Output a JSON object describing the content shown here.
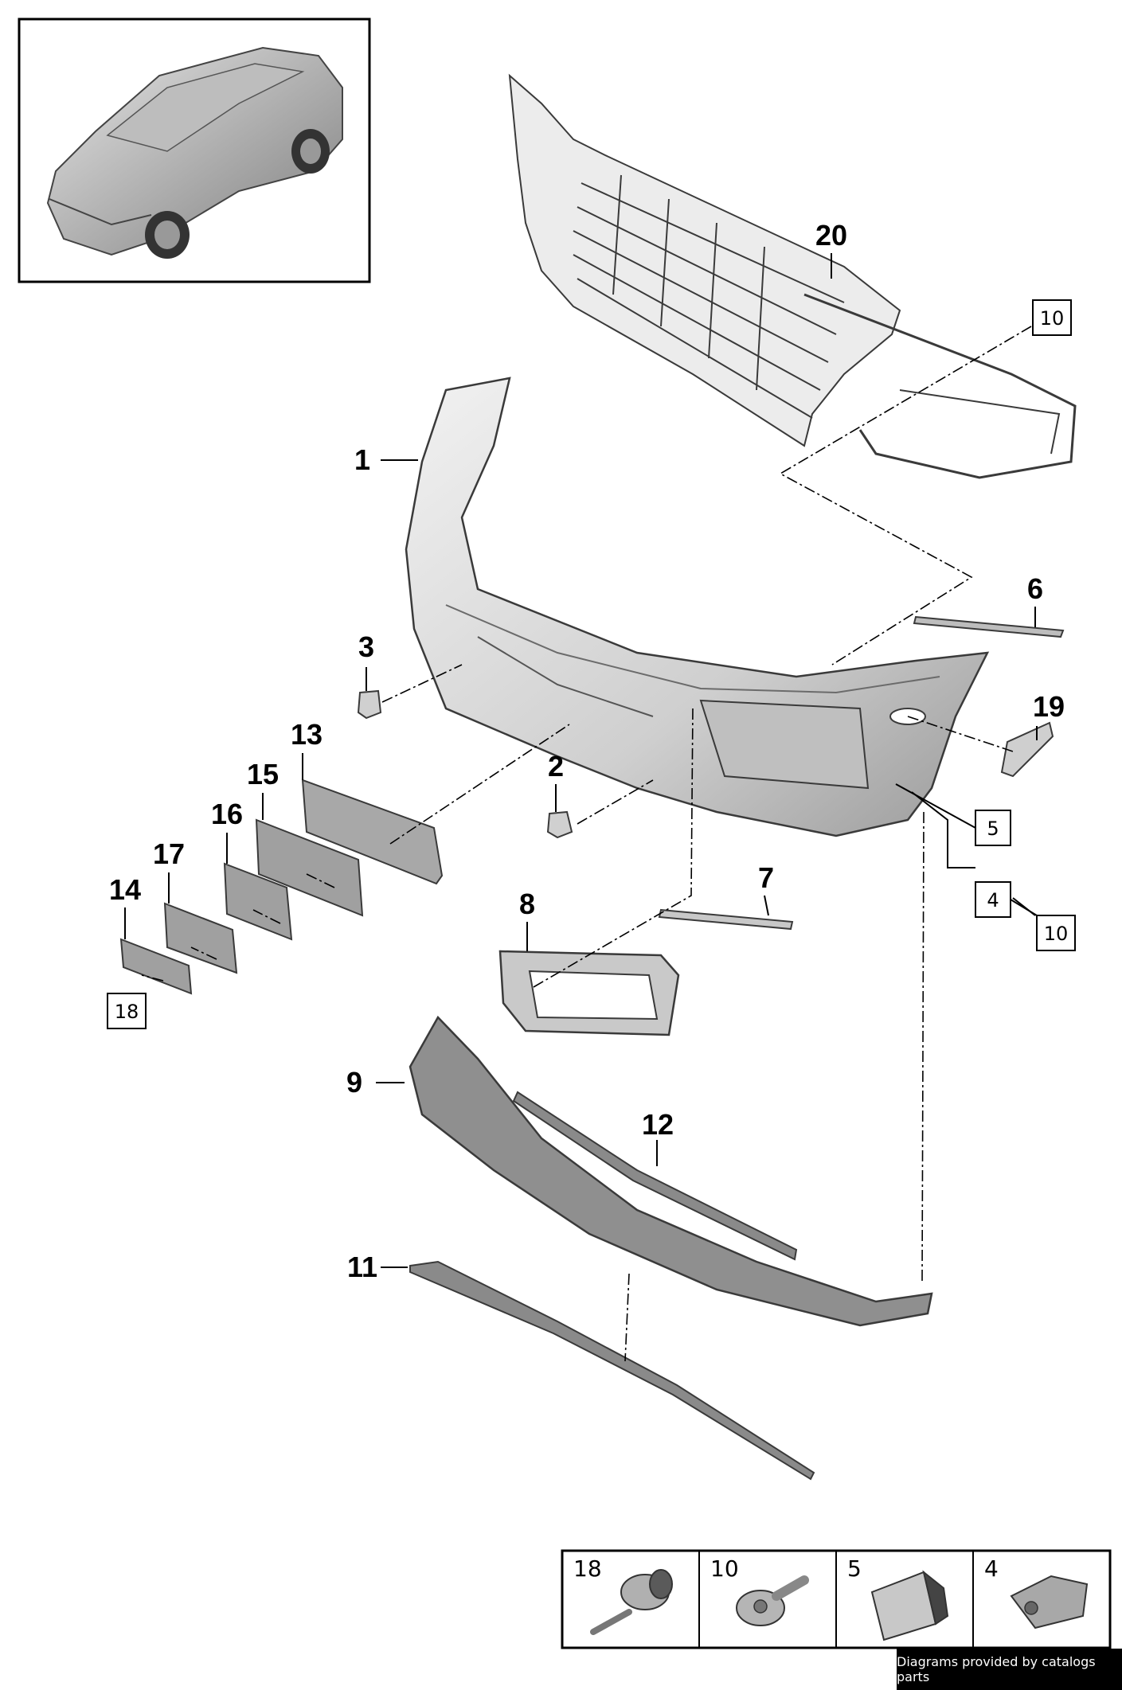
{
  "callouts": {
    "c1": "1",
    "c2": "2",
    "c3": "3",
    "c6": "6",
    "c7": "7",
    "c8": "8",
    "c9": "9",
    "c11": "11",
    "c12": "12",
    "c13": "13",
    "c14": "14",
    "c15": "15",
    "c16": "16",
    "c17": "17",
    "c19": "19",
    "c20": "20"
  },
  "boxed_refs": {
    "b10_top": "10",
    "b5": "5",
    "b4": "4",
    "b10_right": "10",
    "b18": "18"
  },
  "legend": {
    "items": [
      {
        "number": "18",
        "icon": "push-rivet-icon"
      },
      {
        "number": "10",
        "icon": "screw-icon"
      },
      {
        "number": "5",
        "icon": "clip-icon"
      },
      {
        "number": "4",
        "icon": "spring-nut-icon"
      }
    ]
  },
  "footer": {
    "credit": "Diagrams provided by catalogs parts"
  },
  "colors": {
    "line": "#000000",
    "part_fill": "#d9d9d9",
    "part_stroke": "#3a3a3a",
    "dark_part": "#8c8c8c"
  }
}
